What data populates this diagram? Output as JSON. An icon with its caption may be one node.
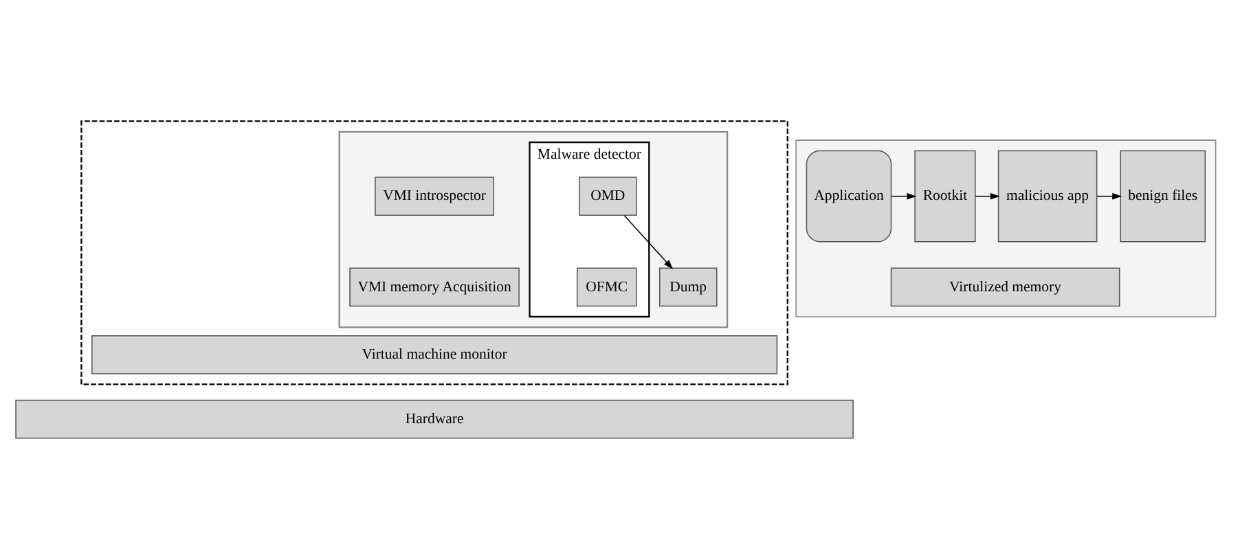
{
  "diagram": {
    "nodes": [
      {
        "text": [],
        "shape": "box"
      },
      {
        "text": [],
        "shape": "box",
        "in": 0
      },
      {
        "text": [
          "Malware detector"
        ],
        "in": 1
      },
      {
        "text": [
          "OMD"
        ],
        "in": 2
      },
      {
        "text": [
          "OFMC"
        ],
        "in": 2
      },
      {
        "text": [
          "Dump"
        ],
        "in": 1
      },
      {
        "text": [
          "VMI introspector"
        ],
        "in": 1
      },
      {
        "text": [
          "VMI memory Acquisition"
        ],
        "in": 1
      },
      {
        "text": [
          "Virtual machine monitor"
        ],
        "in": 0
      },
      {
        "text": [],
        "shape": "box"
      },
      {
        "text": [
          "Application"
        ],
        "in": 9
      },
      {
        "text": [
          "Rootkit"
        ],
        "in": 9
      },
      {
        "text": [
          "malicious app"
        ],
        "in": 9
      },
      {
        "text": [
          "benign files"
        ],
        "in": 9
      },
      {
        "text": [
          "Virtulized memory"
        ],
        "in": 9
      },
      {
        "text": [
          "Hardware"
        ]
      }
    ],
    "edges": [
      {
        "from": 3,
        "to": 5,
        "arrow": "to"
      },
      {
        "from": 10,
        "to": 11,
        "arrow": "to"
      },
      {
        "from": 11,
        "to": 12,
        "arrow": "to"
      },
      {
        "from": 12,
        "to": 13,
        "arrow": "to"
      }
    ]
  }
}
